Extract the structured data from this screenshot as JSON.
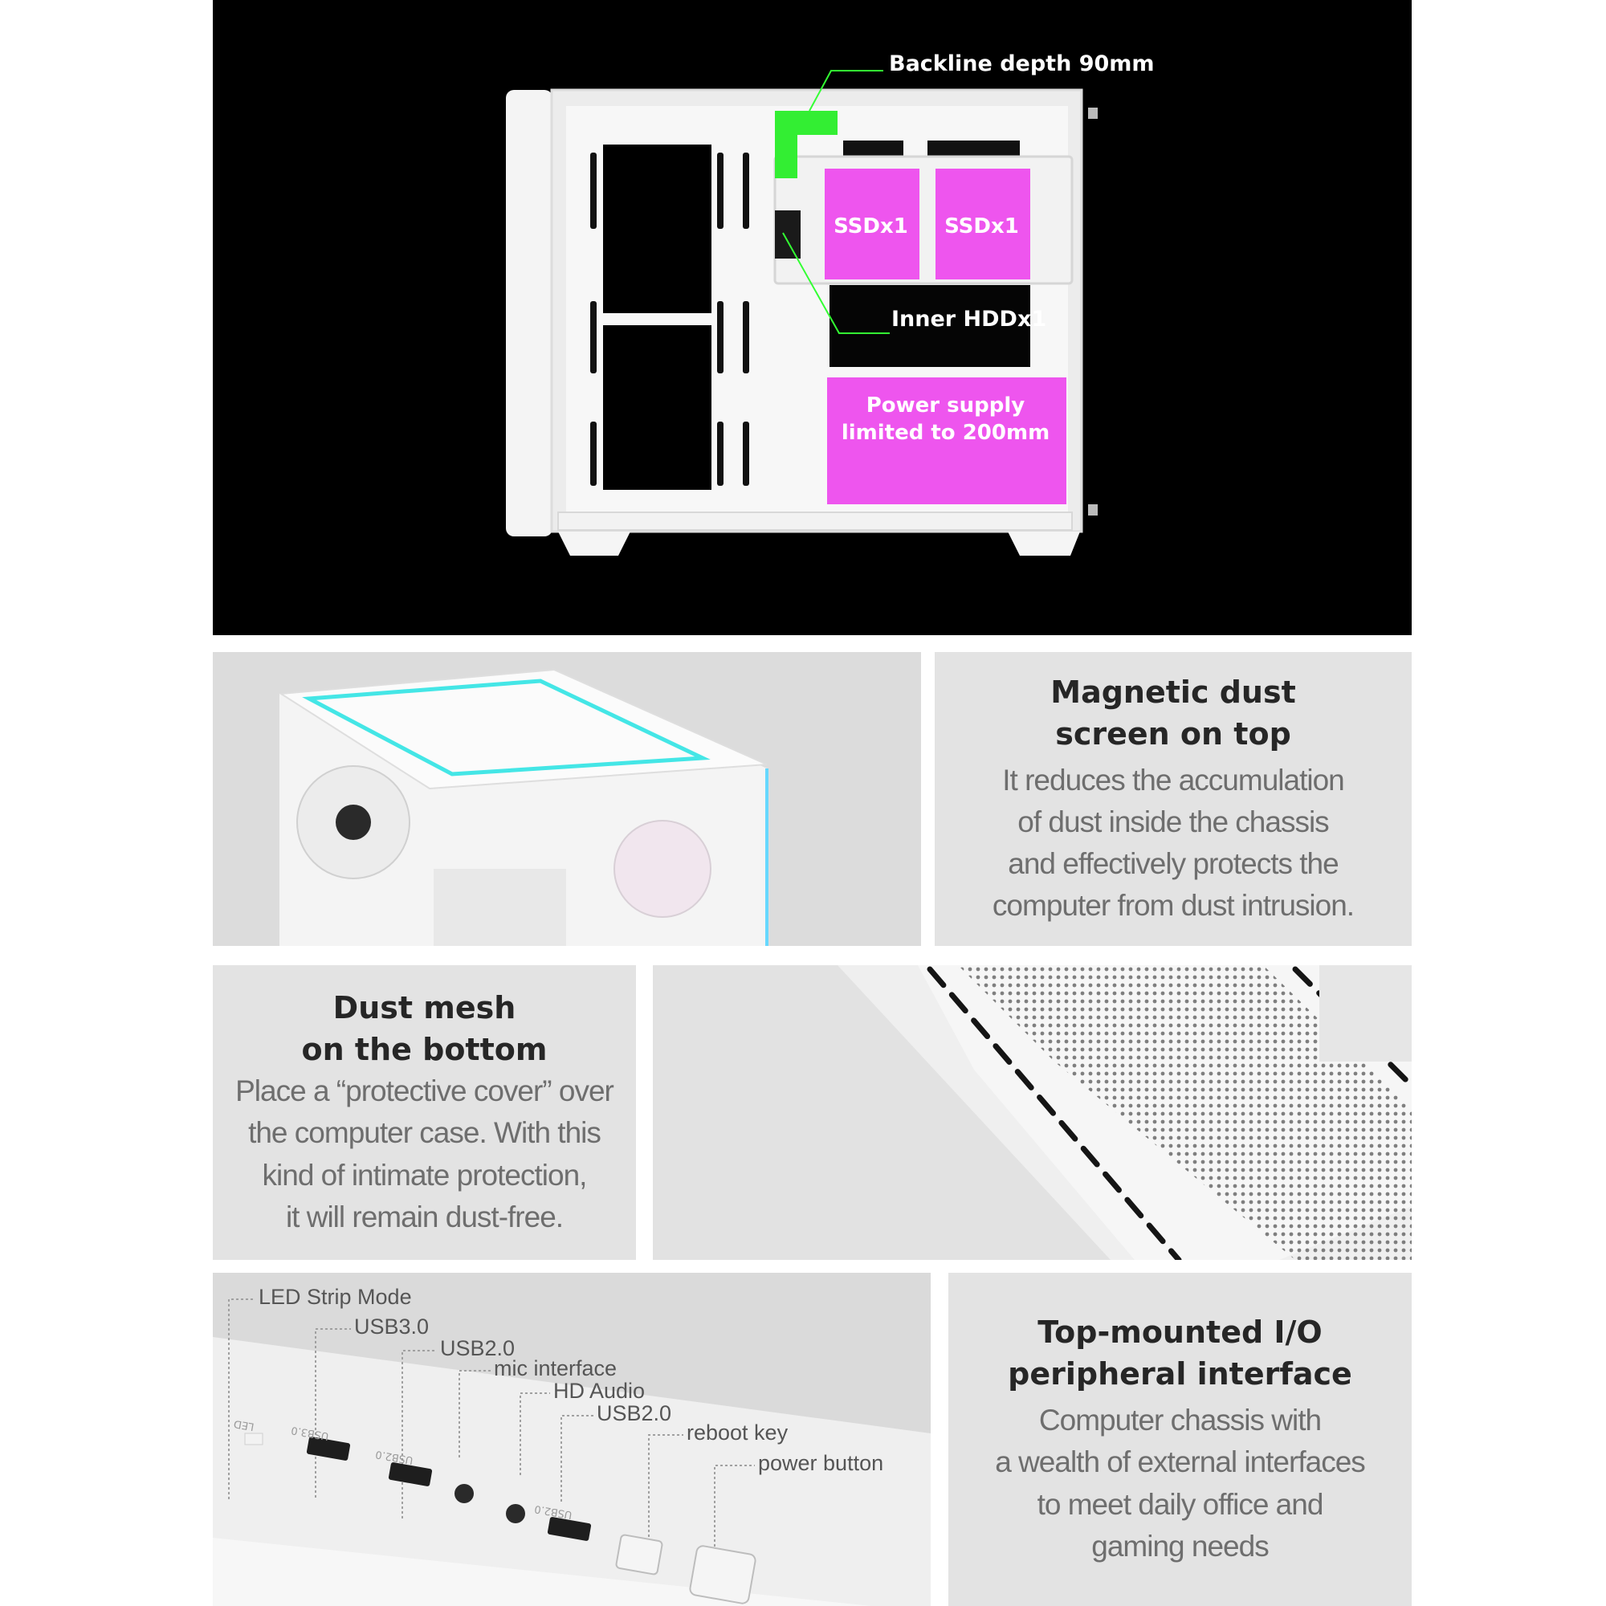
{
  "top_panel": {
    "callouts": {
      "backline": "Backline depth 90mm",
      "inner_hdd": "Inner HDDx1"
    },
    "zones": {
      "ssd_left": "SSDx1",
      "ssd_right": "SSDx1",
      "psu": "Power supply\nlimited to 200mm"
    },
    "colors": {
      "background": "#000000",
      "callout_line": "#33ff33",
      "backline_zone": "#33ee33",
      "storage_zone": "#ee55ee"
    }
  },
  "magnetic_panel": {
    "title": "Magnetic dust\nscreen on top",
    "body": "It reduces the accumulation\nof dust inside the chassis\nand effectively protects the\ncomputer from dust intrusion."
  },
  "dustmesh_panel": {
    "title": "Dust mesh\non the bottom",
    "body": "Place a “protective cover” over\nthe computer case. With this\nkind of intimate protection,\nit will remain dust-free."
  },
  "io_panel": {
    "labels": {
      "led": "LED Strip Mode",
      "usb30": "USB3.0",
      "usb20a": "USB2.0",
      "mic": "mic interface",
      "hd_audio": "HD Audio",
      "usb20b": "USB2.0",
      "reboot": "reboot key",
      "power": "power button"
    },
    "port_marks": {
      "led": "LED",
      "usb30": "USB3.0",
      "usb20a": "USB2.0",
      "usb20b": "USB2.0"
    }
  },
  "topio_panel": {
    "title": "Top-mounted I/O\nperipheral interface",
    "body": "Computer chassis with\na wealth of external interfaces\nto meet daily office and\ngaming needs"
  }
}
